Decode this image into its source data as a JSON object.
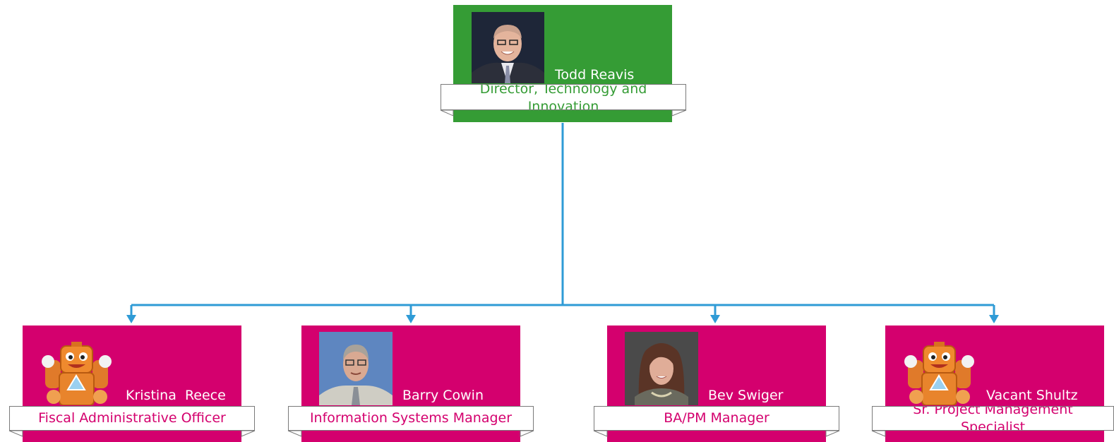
{
  "colors": {
    "director_card": "#359c35",
    "report_card": "#d4006e",
    "connector": "#2f9bd6",
    "ribbon_border": "#7a7a7a"
  },
  "director": {
    "name": "Todd Reavis",
    "title": "Director, Technology and Innovation",
    "photo": "portrait-photo"
  },
  "reports": [
    {
      "name": "Kristina  Reece",
      "title": "Fiscal Administrative Officer",
      "photo": "mascot-image"
    },
    {
      "name": "Barry Cowin",
      "title": "Information Systems Manager",
      "photo": "portrait-photo"
    },
    {
      "name": "Bev Swiger",
      "title": "BA/PM Manager",
      "photo": "portrait-photo"
    },
    {
      "name": "Vacant Shultz",
      "title": "Sr. Project Management Specialist",
      "photo": "mascot-image"
    }
  ]
}
